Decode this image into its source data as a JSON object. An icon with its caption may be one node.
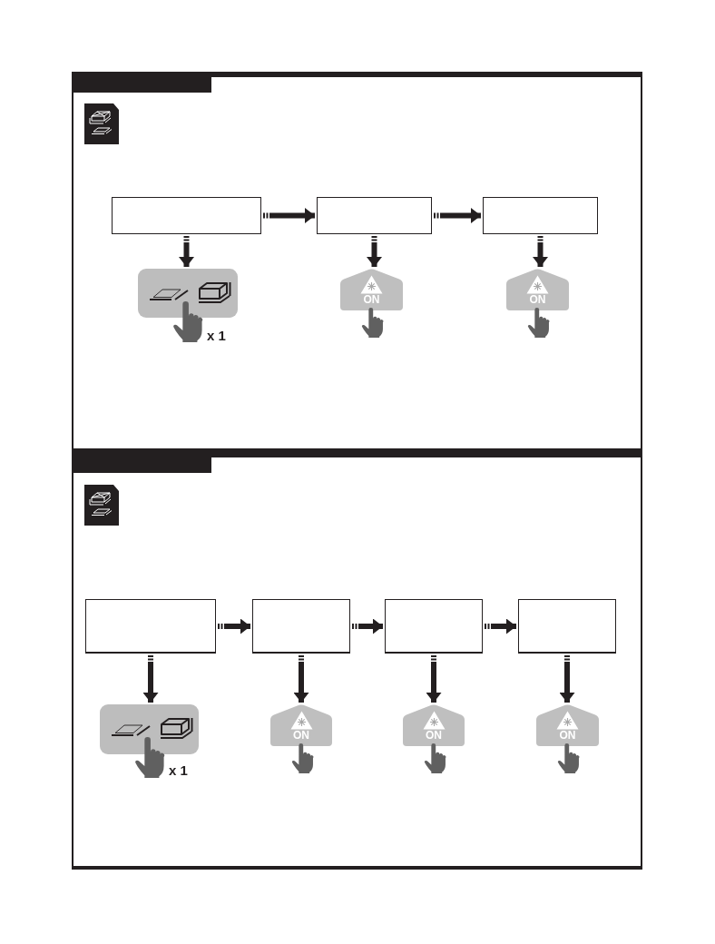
{
  "diagram": {
    "nodes": [
      {
        "text": [],
        "shape": "box"
      },
      {
        "text": [],
        "shape": "box",
        "in": 0
      },
      {
        "text": [],
        "shape": "box",
        "in": 0
      },
      {
        "text": [],
        "shape": "box",
        "in": 0
      },
      {
        "text": [],
        "shape": "picture",
        "in": 0,
        "beside": [
          "x 1"
        ]
      },
      {
        "text": [
          "ON"
        ],
        "in": 0
      },
      {
        "text": [
          "ON"
        ],
        "in": 0
      },
      {
        "text": [],
        "shape": "box"
      },
      {
        "text": [],
        "shape": "box",
        "in": 7
      },
      {
        "text": [],
        "shape": "box",
        "in": 7
      },
      {
        "text": [],
        "shape": "box",
        "in": 7
      },
      {
        "text": [],
        "shape": "box",
        "in": 7
      },
      {
        "text": [],
        "shape": "picture",
        "in": 7,
        "beside": [
          "x 1"
        ]
      },
      {
        "text": [
          "ON"
        ],
        "in": 7
      },
      {
        "text": [
          "ON"
        ],
        "in": 7
      },
      {
        "text": [
          "ON"
        ],
        "in": 7
      }
    ],
    "edges": [
      {
        "from": 1,
        "to": 2,
        "arrow": "to"
      },
      {
        "from": 2,
        "to": 3,
        "arrow": "to"
      },
      {
        "from": 1,
        "to": 4,
        "arrow": "to"
      },
      {
        "from": 2,
        "to": 5,
        "arrow": "to"
      },
      {
        "from": 3,
        "to": 6,
        "arrow": "to"
      },
      {
        "from": 8,
        "to": 9,
        "arrow": "to"
      },
      {
        "from": 9,
        "to": 10,
        "arrow": "to"
      },
      {
        "from": 10,
        "to": 11,
        "arrow": "to"
      },
      {
        "from": 8,
        "to": 12,
        "arrow": "to"
      },
      {
        "from": 9,
        "to": 13,
        "arrow": "to"
      },
      {
        "from": 10,
        "to": 14,
        "arrow": "to"
      },
      {
        "from": 11,
        "to": 15,
        "arrow": "to"
      }
    ]
  }
}
